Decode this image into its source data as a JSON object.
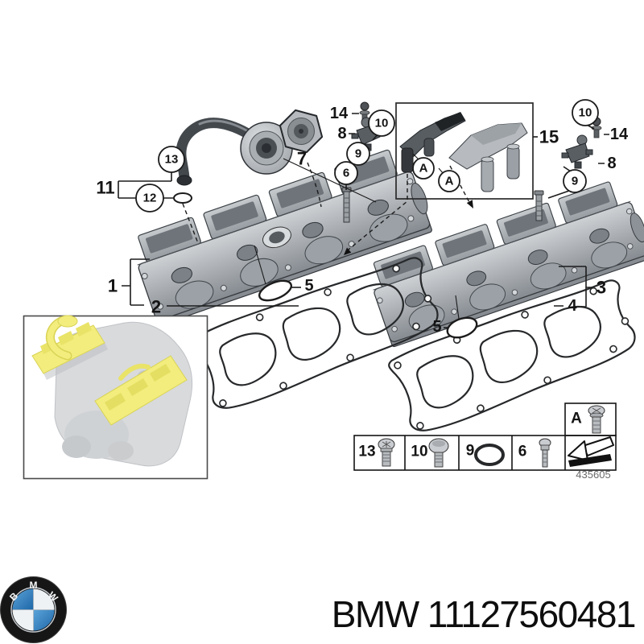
{
  "callouts": {
    "c1": "1",
    "c2": "2",
    "c3": "3",
    "c4": "4",
    "c5_left": "5",
    "c5_right": "5",
    "c6": "6",
    "c7": "7",
    "c8_left": "8",
    "c8_right": "8",
    "c9_left": "9",
    "c9_right": "9",
    "c10_left": "10",
    "c10_right": "10",
    "c11": "11",
    "c12": "12",
    "c13": "13",
    "c14_left": "14",
    "c14_right": "14",
    "c15": "15",
    "cA_left": "A",
    "cA_right": "A"
  },
  "legend": {
    "items": [
      {
        "label": "13",
        "icon": "torx-bolt-icon"
      },
      {
        "label": "10",
        "icon": "pan-head-screw-icon"
      },
      {
        "label": "9",
        "icon": "o-ring-icon"
      },
      {
        "label": "6",
        "icon": "stud-bolt-icon"
      }
    ],
    "a_cell": {
      "label": "A",
      "icon": "flange-screw-icon"
    },
    "arrow_icon": "installation-direction-arrow-icon",
    "drawing_number": "435605"
  },
  "footer": {
    "part_text": "BMW 11127560481",
    "logo_letters": {
      "b": "B",
      "m": "M",
      "w": "W"
    }
  },
  "colors": {
    "bmw_blue": "#2e7cc1",
    "highlight_yellow": "#f2ed7d"
  }
}
